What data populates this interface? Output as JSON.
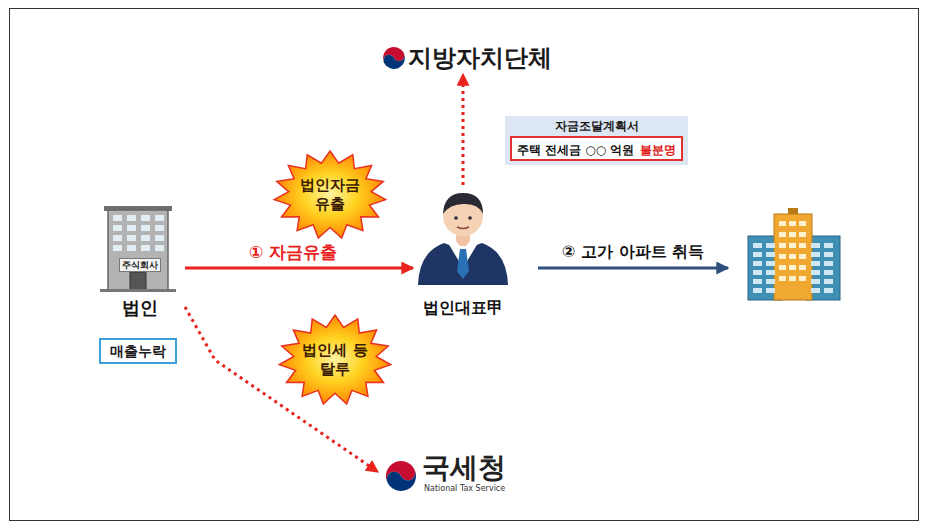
{
  "diagram": {
    "nodes": [
      {
        "text": [
          "지방자치단체"
        ]
      },
      {
        "text": [
          "자금조달계획서"
        ]
      },
      {
        "text": [
          "주택 전세금 ○○ 억원",
          "불분명"
        ],
        "in": 1
      },
      {
        "text": [
          "법인자금 유출"
        ]
      },
      {
        "text": [
          "주식회사",
          "법인"
        ]
      },
      {
        "text": [
          "법인대표甲"
        ]
      },
      {
        "text": [
          "매출누락"
        ]
      },
      {
        "text": [
          "법인세 등 탈루"
        ]
      },
      {
        "text": [
          "국세청",
          "National Tax Service"
        ]
      }
    ],
    "edges": [
      {
        "from": 4,
        "to": 5,
        "label": "① 자금유출",
        "arrow": "to"
      },
      {
        "from": 5,
        "to": 0,
        "arrow": "to"
      },
      {
        "from": 4,
        "to": 8,
        "arrow": "to"
      }
    ],
    "labels": [
      "② 고가 아파트 취득"
    ]
  }
}
